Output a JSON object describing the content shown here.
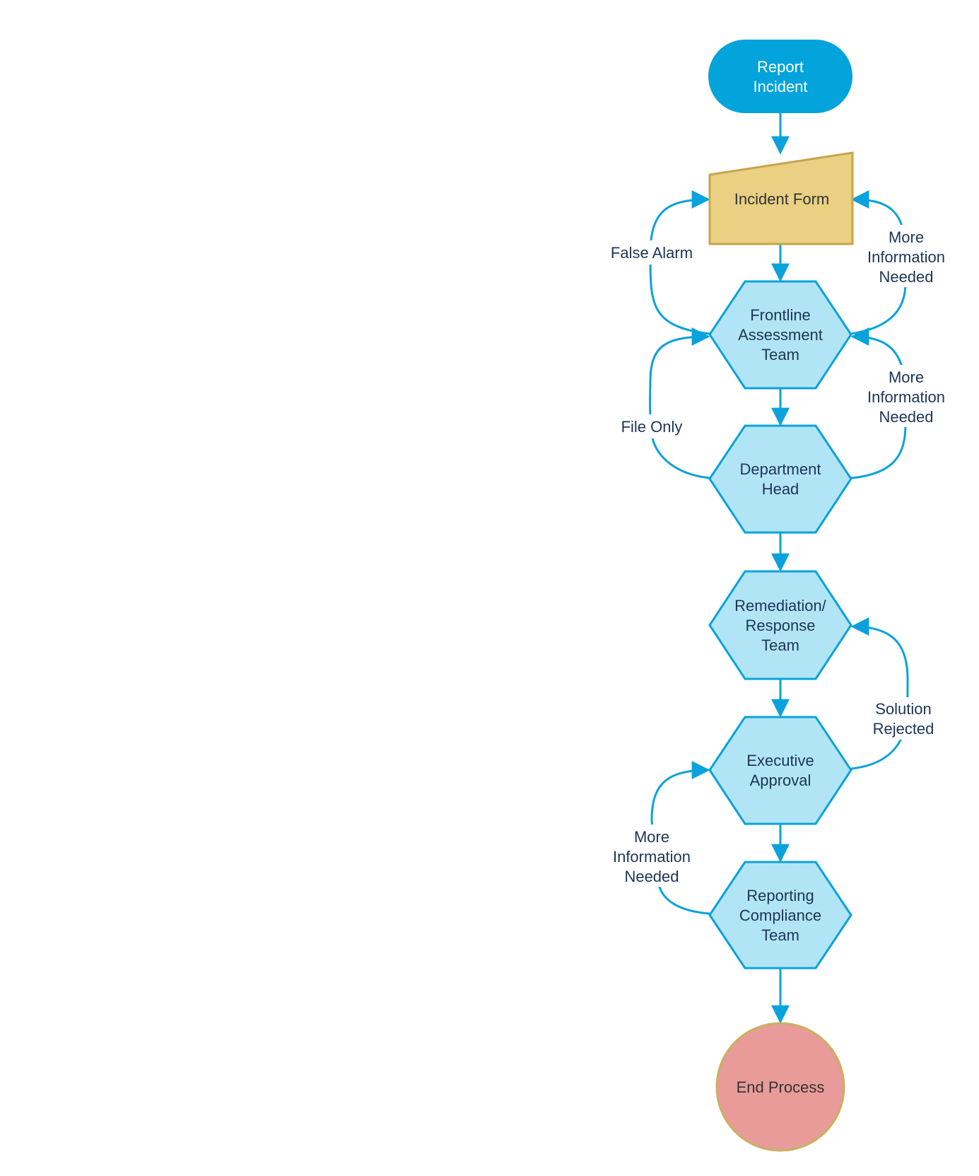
{
  "diagram": {
    "nodes": {
      "report_incident": {
        "lines": [
          "Report",
          "Incident"
        ],
        "shape": "terminator"
      },
      "incident_form": {
        "lines": [
          "Incident Form"
        ],
        "shape": "manual-input"
      },
      "frontline": {
        "lines": [
          "Frontline",
          "Assessment",
          "Team"
        ],
        "shape": "hexagon"
      },
      "department_head": {
        "lines": [
          "Department",
          "Head"
        ],
        "shape": "hexagon"
      },
      "remediation": {
        "lines": [
          "Remediation/",
          "Response",
          "Team"
        ],
        "shape": "hexagon"
      },
      "executive": {
        "lines": [
          "Executive",
          "Approval"
        ],
        "shape": "hexagon"
      },
      "reporting": {
        "lines": [
          "Reporting",
          "Compliance",
          "Team"
        ],
        "shape": "hexagon"
      },
      "end_process": {
        "lines": [
          "End Process"
        ],
        "shape": "circle"
      }
    },
    "edge_labels": {
      "false_alarm": [
        "False Alarm"
      ],
      "more_info_1": [
        "More",
        "Information",
        "Needed"
      ],
      "file_only": [
        "File Only"
      ],
      "more_info_2": [
        "More",
        "Information",
        "Needed"
      ],
      "solution_rejected": [
        "Solution",
        "Rejected"
      ],
      "more_info_3": [
        "More",
        "Information",
        "Needed"
      ]
    }
  },
  "colors": {
    "edge": "#0aa2dc",
    "terminator_fill": "#03a3dc",
    "terminator_text": "#ffffff",
    "form_fill": "#e9d083",
    "form_stroke": "#c7a44a",
    "form_text": "#333333",
    "hex_fill": "#b1e5f5",
    "hex_stroke": "#0aa2dc",
    "hex_text": "#1d3557",
    "end_fill": "#e89b98",
    "end_stroke": "#c8b160",
    "end_text": "#333333",
    "label_text": "#1d3557"
  }
}
